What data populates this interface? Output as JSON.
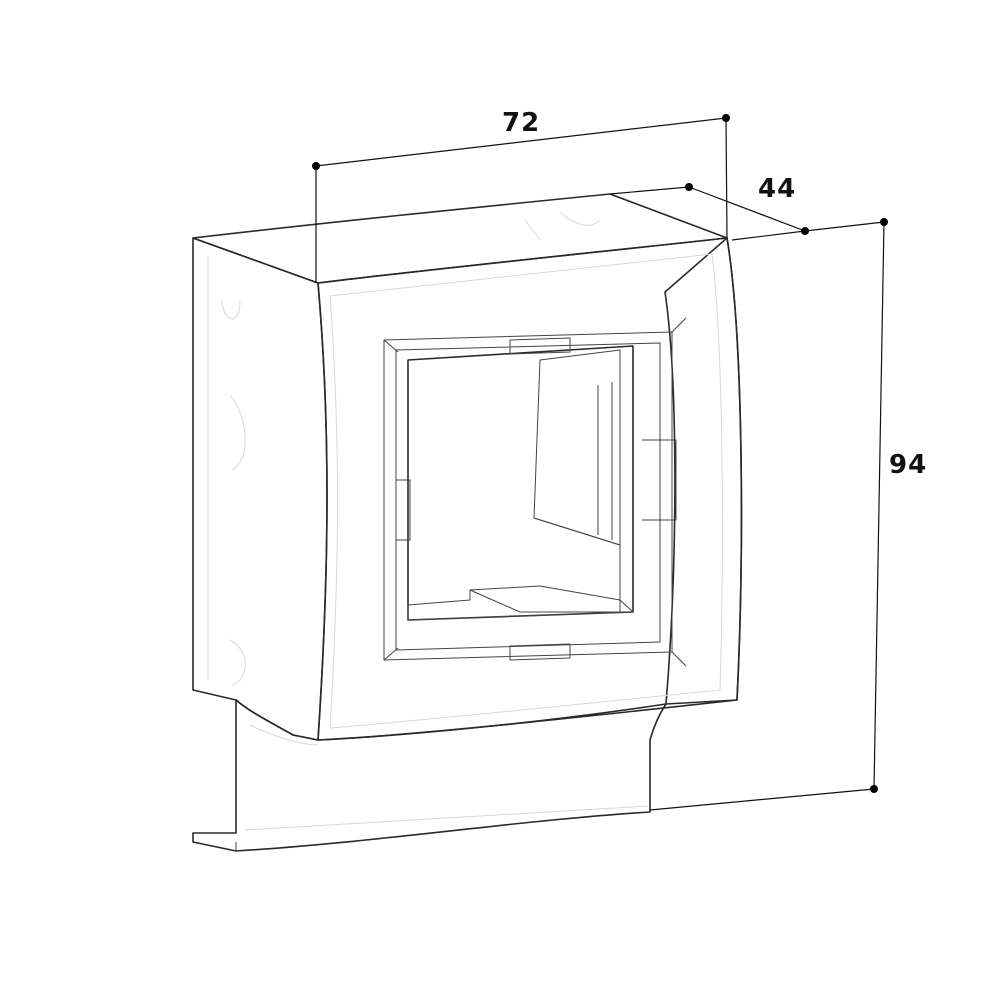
{
  "dimensions": {
    "width": "72",
    "depth": "44",
    "height": "94"
  },
  "colors": {
    "line": "#2a2a2a",
    "faint_line": "#d8d8d8",
    "body_fill": "#fbfbfb",
    "dimension": "#111111",
    "background": "#ffffff"
  }
}
